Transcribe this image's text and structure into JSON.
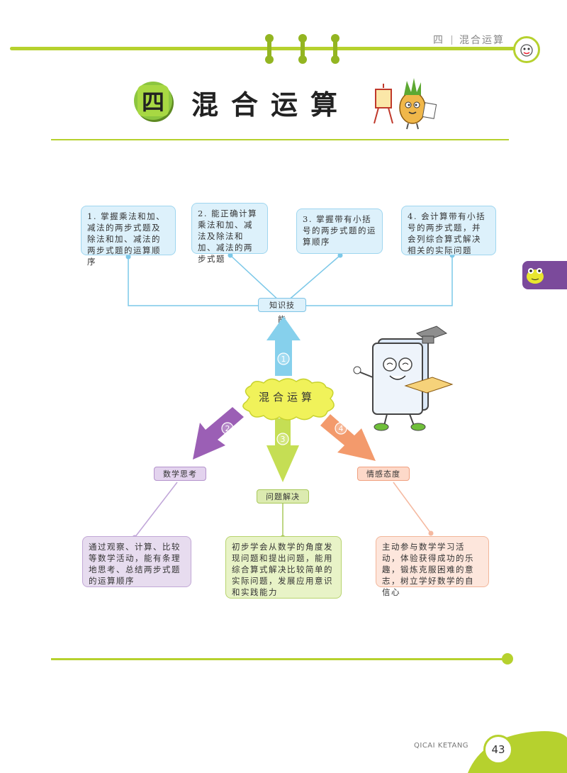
{
  "header": {
    "chapter_num": "四",
    "chapter_title": "混合运算"
  },
  "title": {
    "badge": "四",
    "text": "混合运算"
  },
  "center": {
    "label": "混合运算"
  },
  "arrows": [
    {
      "num": "1",
      "color": "#7fcde8"
    },
    {
      "num": "2",
      "color": "#9b5fb5"
    },
    {
      "num": "3",
      "color": "#c5de54"
    },
    {
      "num": "4",
      "color": "#f39a6c"
    }
  ],
  "knowledge": {
    "tag": "知识技能",
    "items": [
      "1. 掌握乘法和加、减法的两步式题及除法和加、减法的两步式题的运算顺序",
      "2. 能正确计算乘法和加、减法及除法和加、减法的两步式题",
      "3. 掌握带有小括号的两步式题的运算顺序",
      "4. 会计算带有小括号的两步式题，并会列综合算式解决相关的实际问题"
    ]
  },
  "branches": {
    "thinking": {
      "tag": "数学思考",
      "text": "通过观察、计算、比较等数学活动，能有条理地思考、总结两步式题的运算顺序"
    },
    "problem": {
      "tag": "问题解决",
      "text": "初步学会从数学的角度发现问题和提出问题，能用综合算式解决比较简单的实际问题，发展应用意识和实践能力"
    },
    "attitude": {
      "tag": "情感态度",
      "text": "主动参与数学学习活动，体验获得成功的乐趣，锻炼克服困难的意志，树立学好数学的自信心"
    }
  },
  "footer": {
    "series": "QICAI KETANG",
    "page": "43"
  },
  "colors": {
    "accent": "#b6d12e",
    "side_tab": "#7b4a9b"
  }
}
